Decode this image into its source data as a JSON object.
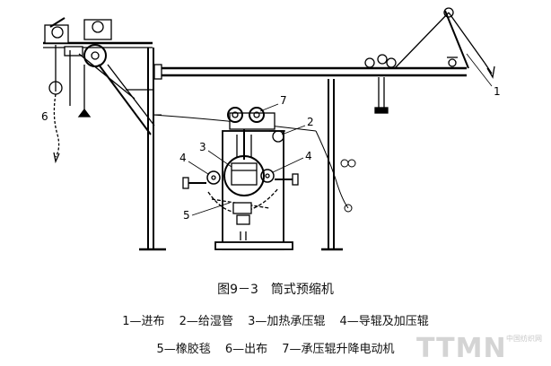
{
  "figure": {
    "labels": [
      "1",
      "2",
      "3",
      "4",
      "4",
      "5",
      "6",
      "7"
    ]
  },
  "caption": {
    "number": "图9－3",
    "title": "筒式预缩机"
  },
  "legend": {
    "row1": [
      "1—进布",
      "2—给湿管",
      "3—加热承压辊",
      "4—导辊及加压辊"
    ],
    "row2": [
      "5—橡胶毯",
      "6—出布",
      "7—承压辊升降电动机"
    ]
  },
  "watermark": {
    "text": "TTMN",
    "sub": "中国纺织网"
  }
}
